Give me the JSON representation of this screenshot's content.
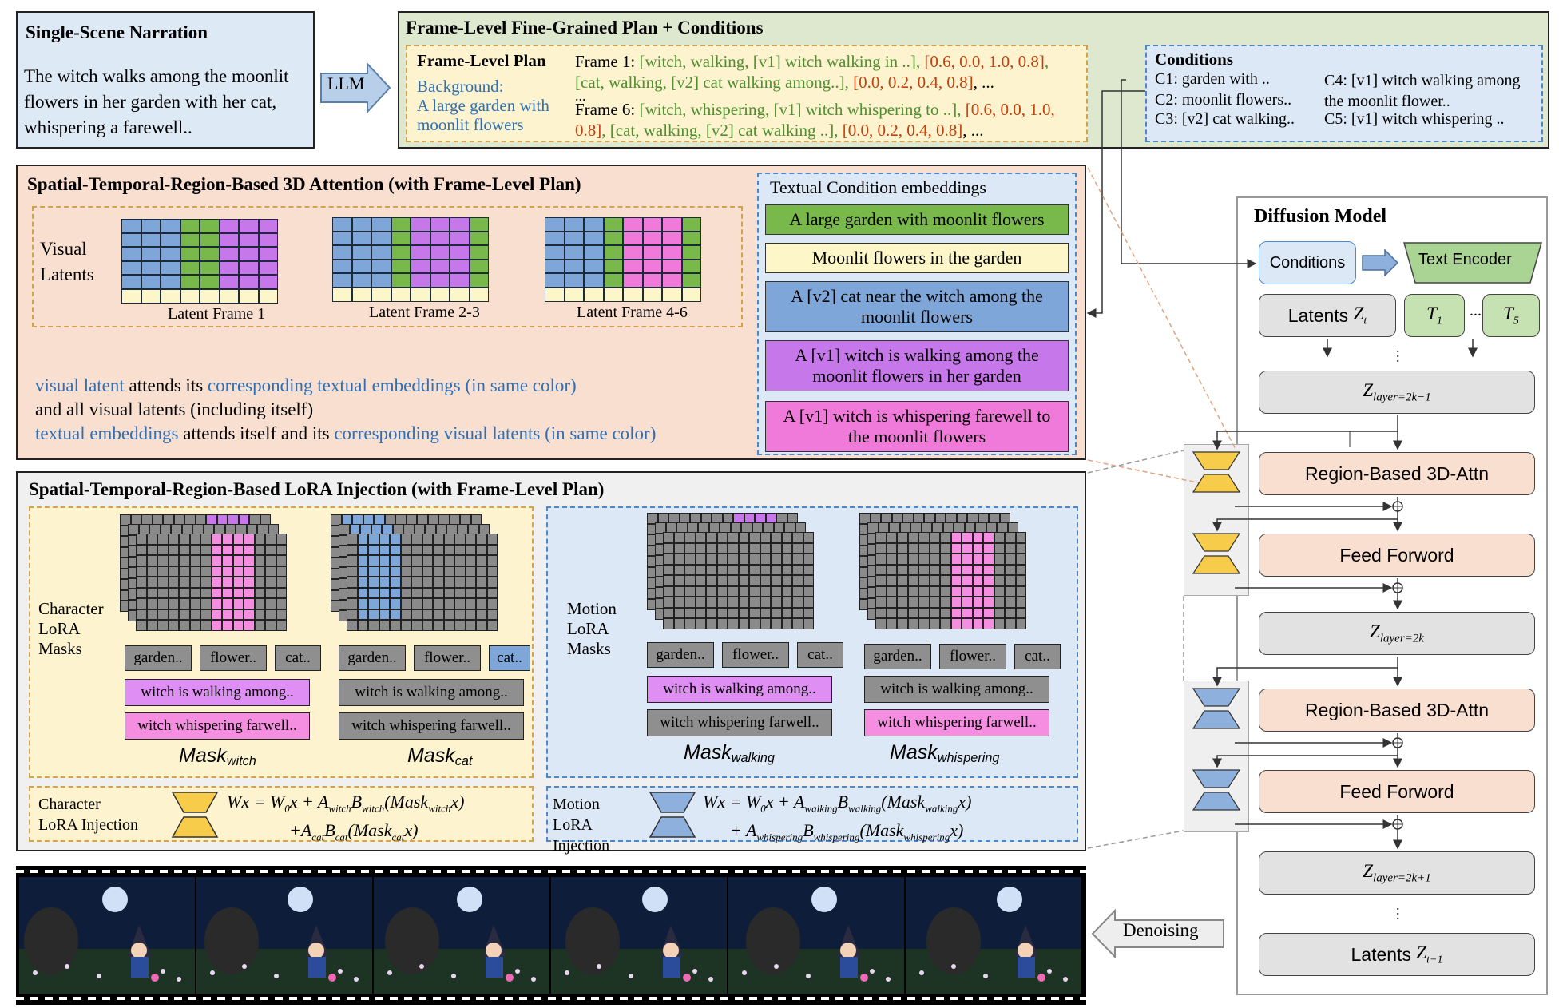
{
  "narration": {
    "title": "Single-Scene Narration",
    "text": "The witch walks among the moonlit flowers in her garden with her cat, whispering a farewell.."
  },
  "llm_label": "LLM",
  "plan": {
    "title": "Frame-Level Fine-Grained Plan + Conditions",
    "plan_heading": "Frame-Level Plan",
    "background_label": "Background:",
    "background_text": "A large garden with moonlit flowers",
    "frame1_prefix": "Frame 1: ",
    "frame1_green1": "[witch, walking, [v1] witch walking in ..], ",
    "frame1_red1": "[0.6, 0.0, 1.0, 0.8]",
    "frame1_green2": ", [cat, walking, [v2] cat walking among..], ",
    "frame1_red2": "[0.0, 0.2, 0.4, 0.8]",
    "frame1_tail": ", ...",
    "ellipsis": "...",
    "frame6_prefix": "Frame 6: ",
    "frame6_green1": "[witch, whispering, [v1] witch whispering to ..], ",
    "frame6_red1": "[0.6, 0.0, 1.0, 0.8]",
    "frame6_green2": ", [cat, walking, [v2] cat walking ..], ",
    "frame6_red2": "[0.0, 0.2, 0.4, 0.8]",
    "frame6_tail": ", ...",
    "conditions_heading": "Conditions",
    "conditions": [
      "C1: garden with ..",
      "C2: moonlit flowers..",
      "C3: [v2] cat walking..",
      "C4: [v1] witch walking among the moonlit flower..",
      "C5: [v1] witch whispering .."
    ]
  },
  "attention": {
    "title": "Spatial-Temporal-Region-Based 3D Attention (with Frame-Level Plan)",
    "visual_latents": "Visual Latents",
    "frame_labels": [
      "Latent Frame 1",
      "Latent Frame 2-3",
      "Latent Frame 4-6"
    ],
    "desc_line1_blue1": "visual latent",
    "desc_line1_black": " attends its ",
    "desc_line1_blue2": "corresponding textual embeddings (in same color)",
    "desc_line2": "and all visual latents (including itself)",
    "desc_line3_blue1": "textual embeddings",
    "desc_line3_black": " attends itself and its ",
    "desc_line3_blue2": "corresponding visual latents (in same color)",
    "embeddings_title": "Textual Condition embeddings",
    "embeddings": [
      "A large garden with moonlit flowers",
      "Moonlit flowers in the garden",
      "A [v2] cat near the witch among the moonlit flowers",
      "A [v1] witch is walking among the moonlit flowers in her garden",
      "A [v1] witch is whispering farewell to the moonlit flowers"
    ],
    "colors": {
      "blue": "#7ea6d8",
      "green": "#79b84a",
      "purple": "#c678ea",
      "pink": "#f07ad9",
      "cream": "#fdf6c9"
    }
  },
  "lora": {
    "title": "Spatial-Temporal-Region-Based LoRA Injection (with Frame-Level Plan)",
    "character_label": "Character LoRA Masks",
    "motion_label": "Motion LoRA Masks",
    "chips": [
      "garden..",
      "flower..",
      "cat.."
    ],
    "walking": "witch is walking among..",
    "whispering": "witch whispering farwell..",
    "mask_labels": [
      {
        "base": "Mask",
        "sub": "witch"
      },
      {
        "base": "Mask",
        "sub": "cat"
      },
      {
        "base": "Mask",
        "sub": "walking"
      },
      {
        "base": "Mask",
        "sub": "whispering"
      }
    ],
    "char_injection_label": "Character LoRA Injection",
    "motion_injection_label": "Motion LoRA Injection"
  },
  "diffusion": {
    "title": "Diffusion Model",
    "conditions": "Conditions",
    "text_encoder": "Text Encoder",
    "latents_zt": "Latents",
    "t1": "T",
    "t5": "T",
    "dots": "...",
    "z1": "Z",
    "z1_sub": "layer=2k−1",
    "attn": "Region-Based 3D-Attn",
    "ff": "Feed Forword",
    "z2": "Z",
    "z2_sub": "layer=2k",
    "z3": "Z",
    "z3_sub": "layer=2k+1",
    "latents_zt1": "Latents",
    "denoising": "Denoising"
  }
}
